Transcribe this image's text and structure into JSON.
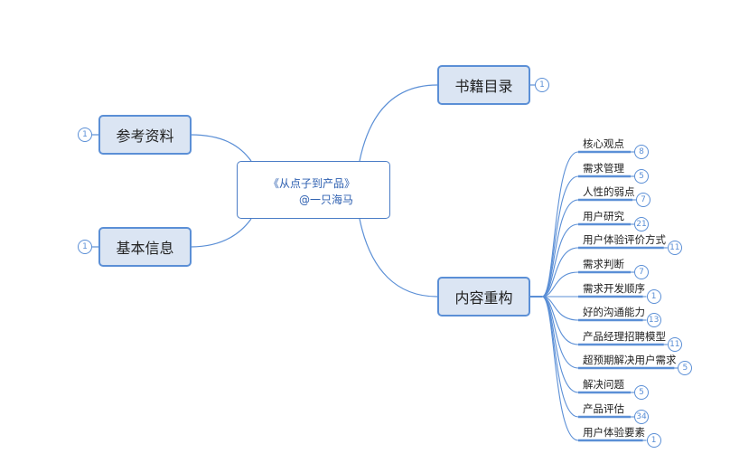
{
  "central": {
    "title_line1": "《从点子到产品》",
    "title_line2": "@一只海马"
  },
  "topics": [
    {
      "id": "catalog",
      "label": "书籍目录",
      "badge": "1",
      "side": "right"
    },
    {
      "id": "content",
      "label": "内容重构",
      "side": "right"
    },
    {
      "id": "references",
      "label": "参考资料",
      "badge": "1",
      "side": "left"
    },
    {
      "id": "basic-info",
      "label": "基本信息",
      "badge": "1",
      "side": "left"
    }
  ],
  "content_subtopics": [
    {
      "label": "核心观点",
      "badge": "8"
    },
    {
      "label": "需求管理",
      "badge": "5"
    },
    {
      "label": "人性的弱点",
      "badge": "7"
    },
    {
      "label": "用户研究",
      "badge": "21"
    },
    {
      "label": "用户体验评价方式",
      "badge": "11"
    },
    {
      "label": "需求判断",
      "badge": "7"
    },
    {
      "label": "需求开发顺序",
      "badge": "1"
    },
    {
      "label": "好的沟通能力",
      "badge": "13"
    },
    {
      "label": "产品经理招聘模型",
      "badge": "11"
    },
    {
      "label": "超预期解决用户需求",
      "badge": "5"
    },
    {
      "label": "解决问题",
      "badge": "5"
    },
    {
      "label": "产品评估",
      "badge": "34"
    },
    {
      "label": "用户体验要素",
      "badge": "1"
    }
  ],
  "colors": {
    "line": "#5b8fd6",
    "topic_fill": "#dbe5f3",
    "central_text": "#2d5fb0"
  }
}
